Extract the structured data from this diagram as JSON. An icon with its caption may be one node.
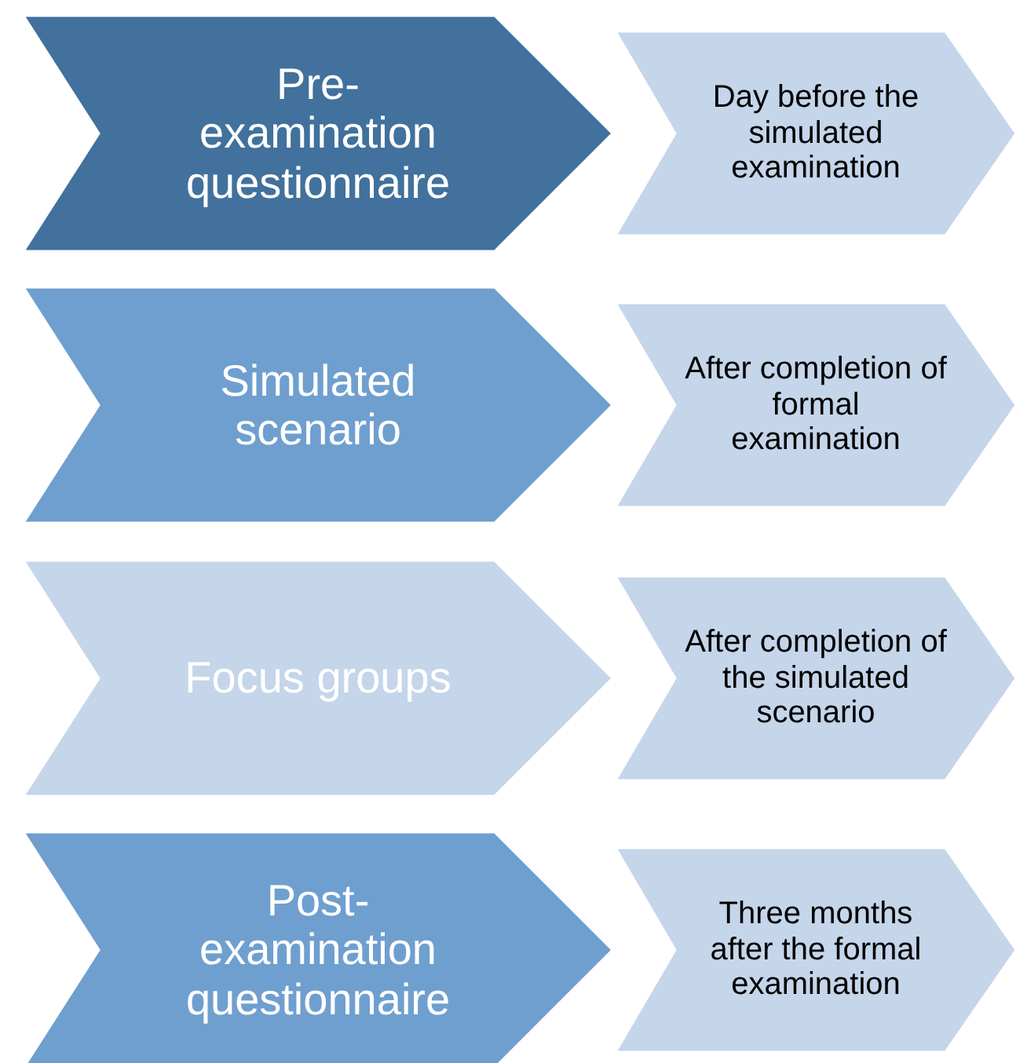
{
  "diagram": {
    "nodes": [
      {
        "text": [
          "Pre-examination questionnaire"
        ]
      },
      {
        "text": [
          "Day before the simulated examination"
        ]
      },
      {
        "text": [
          "Simulated scenario"
        ]
      },
      {
        "text": [
          "After completion of formal examination"
        ]
      },
      {
        "text": [
          "Focus groups"
        ]
      },
      {
        "text": [
          "After completion of the simulated scenario"
        ]
      },
      {
        "text": [
          "Post-examination questionnaire"
        ]
      },
      {
        "text": [
          "Three months after the formal examination"
        ]
      }
    ]
  }
}
